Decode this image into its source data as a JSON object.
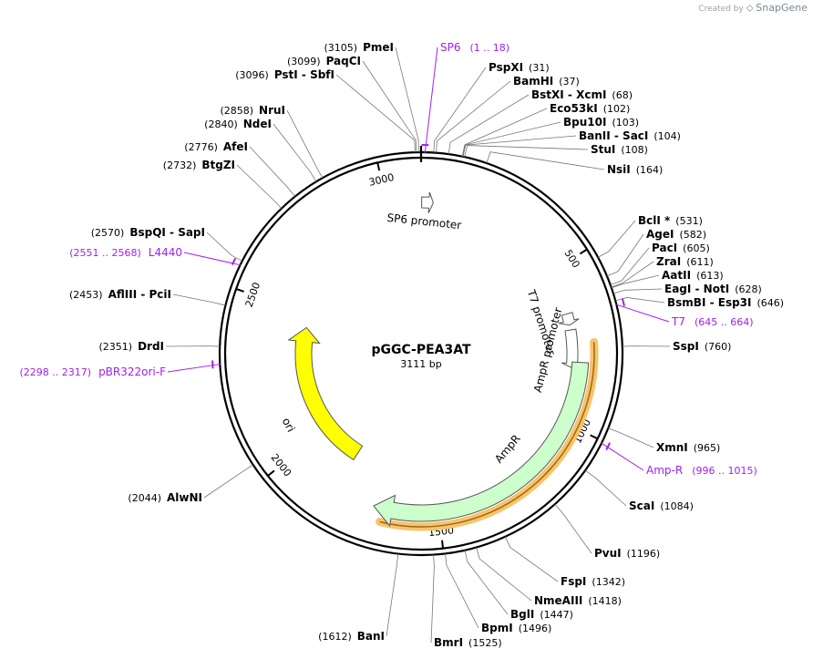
{
  "brand": {
    "prefix": "Created by",
    "name": "SnapGene"
  },
  "plasmid": {
    "name": "pGGC-PEA3AT",
    "length_label": "3111 bp",
    "length": 3111
  },
  "ticks": [
    {
      "pos": 500,
      "label": "500"
    },
    {
      "pos": 1000,
      "label": "1000"
    },
    {
      "pos": 1500,
      "label": "1500"
    },
    {
      "pos": 2000,
      "label": "2000"
    },
    {
      "pos": 2500,
      "label": "2500"
    },
    {
      "pos": 3000,
      "label": "3000"
    }
  ],
  "features": [
    {
      "name": "SP6 promoter",
      "start": 2,
      "end": 20,
      "kind": "promoter",
      "fill": "#ffffff"
    },
    {
      "name": "T7 promoter",
      "start": 646,
      "end": 664,
      "kind": "promoter",
      "fill": "#ffffff"
    },
    {
      "name": "AmpR promoter",
      "start": 700,
      "end": 804,
      "kind": "promoter",
      "fill": "#ffffff"
    },
    {
      "name": "AmpR",
      "start": 805,
      "end": 1665,
      "kind": "gene",
      "fill": "#ccffcc"
    },
    {
      "name": "ori",
      "start": 1836,
      "end": 2424,
      "kind": "origin",
      "fill": "#ffff00"
    }
  ],
  "enzymes": [
    {
      "name": "PmeI",
      "pos": "(3105)",
      "site": 3105,
      "side": "left"
    },
    {
      "name": "PaqCI",
      "pos": "(3099)",
      "site": 3099,
      "side": "left"
    },
    {
      "name": "PstI  - SbfI",
      "pos": "(3096)",
      "site": 3096,
      "side": "left"
    },
    {
      "name": "NruI",
      "pos": "(2858)",
      "site": 2858,
      "side": "left"
    },
    {
      "name": "NdeI",
      "pos": "(2840)",
      "site": 2840,
      "side": "left"
    },
    {
      "name": "AfeI",
      "pos": "(2776)",
      "site": 2776,
      "side": "left"
    },
    {
      "name": "BtgZI",
      "pos": "(2732)",
      "site": 2732,
      "side": "left"
    },
    {
      "name": "BspQI  - SapI",
      "pos": "(2570)",
      "site": 2570,
      "side": "left"
    },
    {
      "name": "AflIII  - PciI",
      "pos": "(2453)",
      "site": 2453,
      "side": "left"
    },
    {
      "name": "DrdI",
      "pos": "(2351)",
      "site": 2351,
      "side": "left"
    },
    {
      "name": "AlwNI",
      "pos": "(2044)",
      "site": 2044,
      "side": "left"
    },
    {
      "name": "BanI",
      "pos": "(1612)",
      "site": 1612,
      "side": "left"
    },
    {
      "name": "PspXI",
      "pos": "(31)",
      "site": 31,
      "side": "right"
    },
    {
      "name": "BamHI",
      "pos": "(37)",
      "site": 37,
      "side": "right"
    },
    {
      "name": "BstXI  - XcmI",
      "pos": "(68)",
      "site": 68,
      "side": "right"
    },
    {
      "name": "Eco53kI",
      "pos": "(102)",
      "site": 102,
      "side": "right"
    },
    {
      "name": "Bpu10I",
      "pos": "(103)",
      "site": 103,
      "side": "right"
    },
    {
      "name": "BanII  - SacI",
      "pos": "(104)",
      "site": 104,
      "side": "right"
    },
    {
      "name": "StuI",
      "pos": "(108)",
      "site": 108,
      "side": "right"
    },
    {
      "name": "NsiI",
      "pos": "(164)",
      "site": 164,
      "side": "right"
    },
    {
      "name": "BclI *",
      "pos": "(531)",
      "site": 531,
      "side": "right"
    },
    {
      "name": "AgeI",
      "pos": "(582)",
      "site": 582,
      "side": "right"
    },
    {
      "name": "PacI",
      "pos": "(605)",
      "site": 605,
      "side": "right"
    },
    {
      "name": "ZraI",
      "pos": "(611)",
      "site": 611,
      "side": "right"
    },
    {
      "name": "AatII",
      "pos": "(613)",
      "site": 613,
      "side": "right"
    },
    {
      "name": "EagI  - NotI",
      "pos": "(628)",
      "site": 628,
      "side": "right"
    },
    {
      "name": "BsmBI  - Esp3I",
      "pos": "(646)",
      "site": 646,
      "side": "right"
    },
    {
      "name": "SspI",
      "pos": "(760)",
      "site": 760,
      "side": "right"
    },
    {
      "name": "XmnI",
      "pos": "(965)",
      "site": 965,
      "side": "right"
    },
    {
      "name": "ScaI",
      "pos": "(1084)",
      "site": 1084,
      "side": "right"
    },
    {
      "name": "PvuI",
      "pos": "(1196)",
      "site": 1196,
      "side": "right"
    },
    {
      "name": "FspI",
      "pos": "(1342)",
      "site": 1342,
      "side": "right"
    },
    {
      "name": "NmeAIII",
      "pos": "(1418)",
      "site": 1418,
      "side": "right"
    },
    {
      "name": "BglI",
      "pos": "(1447)",
      "site": 1447,
      "side": "right"
    },
    {
      "name": "BpmI",
      "pos": "(1496)",
      "site": 1496,
      "side": "right"
    },
    {
      "name": "BmrI",
      "pos": "(1525)",
      "site": 1525,
      "side": "right"
    }
  ],
  "primers": [
    {
      "name": "SP6",
      "range": "(1 .. 18)",
      "start": 1,
      "end": 18,
      "side": "right"
    },
    {
      "name": "L4440",
      "range": "(2551 .. 2568)",
      "start": 2551,
      "end": 2568,
      "side": "left"
    },
    {
      "name": "pBR322ori-F",
      "range": "(2298 .. 2317)",
      "start": 2298,
      "end": 2317,
      "side": "left"
    },
    {
      "name": "T7",
      "range": "(645 .. 664)",
      "start": 645,
      "end": 664,
      "side": "right"
    },
    {
      "name": "Amp-R",
      "range": "(996 .. 1015)",
      "start": 996,
      "end": 1015,
      "side": "right"
    }
  ],
  "colors": {
    "primer": "#a020f0",
    "amp_highlight": "#f7c46a",
    "amp_fill": "#ccffcc",
    "ori_fill": "#ffff00"
  }
}
